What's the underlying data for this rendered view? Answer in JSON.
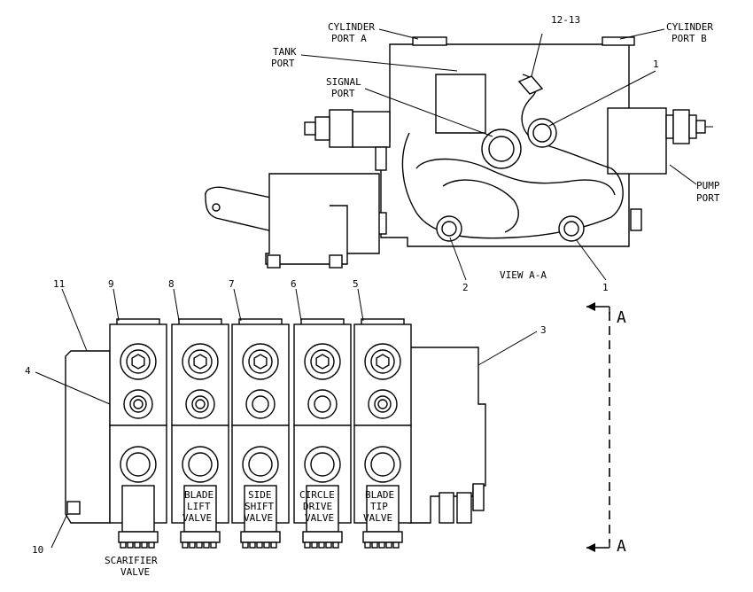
{
  "callouts": {
    "cylinder_port_a": [
      "CYLINDER",
      "PORT A"
    ],
    "cylinder_port_b": [
      "CYLINDER",
      "PORT B"
    ],
    "tank_port": [
      "TANK",
      "PORT"
    ],
    "signal_port": [
      "SIGNAL",
      "PORT"
    ],
    "pump_port": [
      "PUMP",
      "PORT"
    ],
    "item_12_13": "12-13",
    "item_1_top": "1",
    "item_1_bottom": "1",
    "item_2": "2",
    "view_label": "VIEW A-A",
    "item_11": "11",
    "item_9": "9",
    "item_8": "8",
    "item_7": "7",
    "item_6": "6",
    "item_5": "5",
    "item_3": "3",
    "item_4": "4",
    "item_10": "10"
  },
  "valve_labels": {
    "scarifier": [
      "SCARIFIER",
      "VALVE"
    ],
    "blade_lift": [
      "BLADE",
      "LIFT",
      "VALVE"
    ],
    "side_shift": [
      "SIDE",
      "SHIFT",
      "VALVE"
    ],
    "circle_drive": [
      "CIRCLE",
      "DRIVE",
      "VALVE"
    ],
    "blade_tip": [
      "BLADE",
      "TIP",
      "VALVE"
    ]
  },
  "section_marks": {
    "top": "A",
    "bottom": "A"
  }
}
